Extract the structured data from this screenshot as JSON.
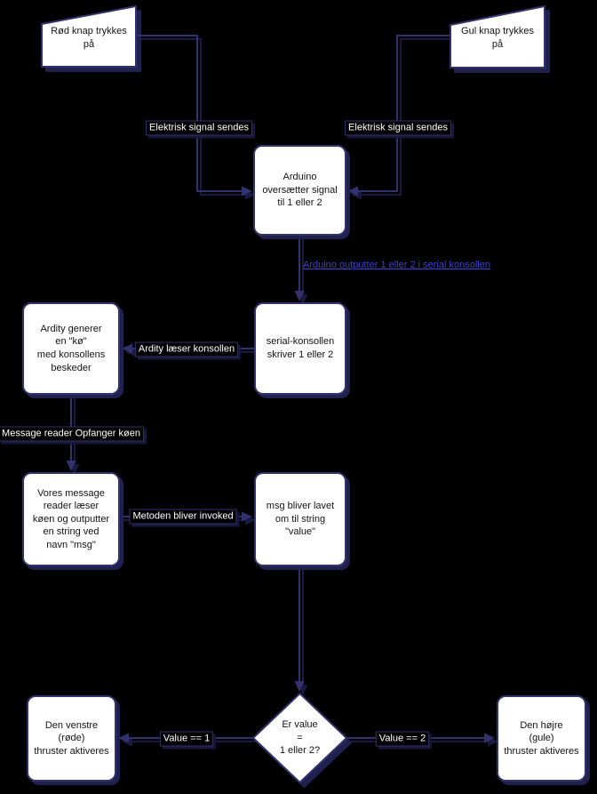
{
  "diagram": {
    "colors": {
      "background": "#000000",
      "node_fill": "#ffffff",
      "stroke": "#32326e",
      "shadow": "#212150",
      "node_text": "#131313",
      "edge_label_text": "#ffffff",
      "link_label_color": "#3f3fd3"
    },
    "nodes": {
      "red_button": "Rød knap trykkes\npå",
      "yellow_button": "Gul knap trykkes\npå",
      "arduino": "Arduino\noversætter signal\ntil 1 eller 2",
      "serial_console": "serial-konsollen\nskriver 1 eller 2",
      "ardity_queue": "Ardity generer\nen \"kø\"\nmed konsollens\nbeskeder",
      "message_reader": "Vores message\nreader læser\nkøen og outputter\nen string ved\nnavn \"msg\"",
      "msg_value": "msg bliver lavet\nom til string\n\"value\"",
      "decision": "Er value\n=\n1 eller 2?",
      "left_thruster": "Den venstre\n(røde)\nthruster aktiveres",
      "right_thruster": "Den højre\n(gule)\nthruster aktiveres"
    },
    "edge_labels": {
      "electric_left": "Elektrisk signal sendes",
      "electric_right": "Elektrisk signal sendes",
      "arduino_output": "Arduino outputter 1 eller 2 i serial konsollen",
      "ardity_reads": "Ardity læser konsollen",
      "reader_catches": "Message reader Opfanger køen",
      "method_invoked": "Metoden bliver invoked",
      "value_1": "Value == 1",
      "value_2": "Value == 2"
    },
    "connections": [
      {
        "from": "red_button",
        "to": "arduino",
        "label": "Elektrisk signal sendes"
      },
      {
        "from": "yellow_button",
        "to": "arduino",
        "label": "Elektrisk signal sendes"
      },
      {
        "from": "arduino",
        "to": "serial_console",
        "label": "Arduino outputter 1 eller 2 i serial konsollen"
      },
      {
        "from": "serial_console",
        "to": "ardity_queue",
        "label": "Ardity læser konsollen"
      },
      {
        "from": "ardity_queue",
        "to": "message_reader",
        "label": "Message reader Opfanger køen"
      },
      {
        "from": "message_reader",
        "to": "msg_value",
        "label": "Metoden bliver invoked"
      },
      {
        "from": "msg_value",
        "to": "decision",
        "label": ""
      },
      {
        "from": "decision",
        "to": "left_thruster",
        "label": "Value == 1"
      },
      {
        "from": "decision",
        "to": "right_thruster",
        "label": "Value == 2"
      }
    ]
  }
}
